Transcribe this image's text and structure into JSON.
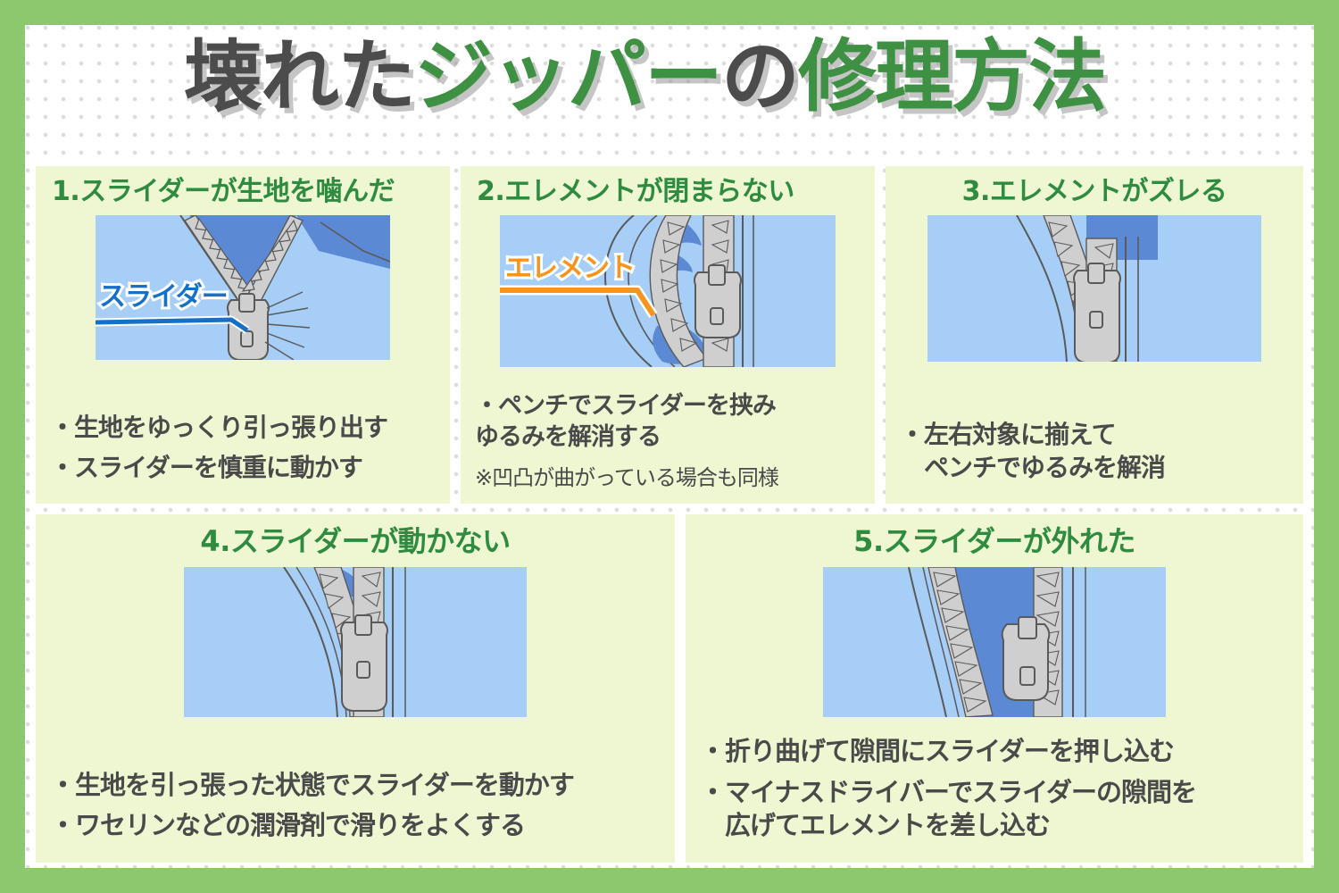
{
  "theme": {
    "frame_green": "#8CC86E",
    "paper_white": "#FFFFFF",
    "dot_gray": "#DCDCDC",
    "card_bg": "#EEF7D2",
    "heading_green": "#2E8B40",
    "title_dark": "#4C4C4C",
    "title_green": "#3E9143",
    "body_gray": "#4A4A4A",
    "fabric_light_blue": "#A6CEF6",
    "opening_blue": "#5B89D4",
    "zipper_gray": "#CFCFCF",
    "outline_gray": "#5A5A5A",
    "callout_blue": "#1570C8",
    "callout_orange": "#F7941E"
  },
  "title": {
    "segments": [
      {
        "text": "壊れた",
        "color": "dark"
      },
      {
        "text": "ジッパー",
        "color": "green"
      },
      {
        "text": "の",
        "color": "dark"
      },
      {
        "text": "修理方法",
        "color": "green"
      }
    ],
    "full_text": "壊れたジッパーの修理方法"
  },
  "cards": [
    {
      "number": "1.",
      "heading": "1.スライダーが生地を噛んだ",
      "callout": {
        "label": "スライダー",
        "color": "blue"
      },
      "bullets": [
        "・生地をゆっくり引っ張り出す",
        "・スライダーを慎重に動かす"
      ],
      "note": "",
      "illustration": "zipper-fabric-caught"
    },
    {
      "number": "2.",
      "heading": "2.エレメントが閉まらない",
      "callout": {
        "label": "エレメント",
        "color": "orange"
      },
      "bullets": [
        "・ペンチでスライダーを挟み\nゆるみを解消する"
      ],
      "note": "※凹凸が曲がっている場合も同様",
      "illustration": "zipper-not-closing"
    },
    {
      "number": "3.",
      "heading": "3.エレメントがズレる",
      "callout": null,
      "bullets": [
        "・左右対象に揃えて\n　ペンチでゆるみを解消"
      ],
      "note": "",
      "illustration": "zipper-misaligned"
    },
    {
      "number": "4.",
      "heading": "4.スライダーが動かない",
      "callout": null,
      "bullets": [
        "・生地を引っ張った状態でスライダーを動かす",
        "・ワセリンなどの潤滑剤で滑りをよくする"
      ],
      "note": "",
      "illustration": "zipper-stuck"
    },
    {
      "number": "5.",
      "heading": "5.スライダーが外れた",
      "callout": null,
      "bullets": [
        "・折り曲げて隙間にスライダーを押し込む",
        "・マイナスドライバーでスライダーの隙間を\n　広げてエレメントを差し込む"
      ],
      "note": "",
      "illustration": "zipper-detached"
    }
  ]
}
